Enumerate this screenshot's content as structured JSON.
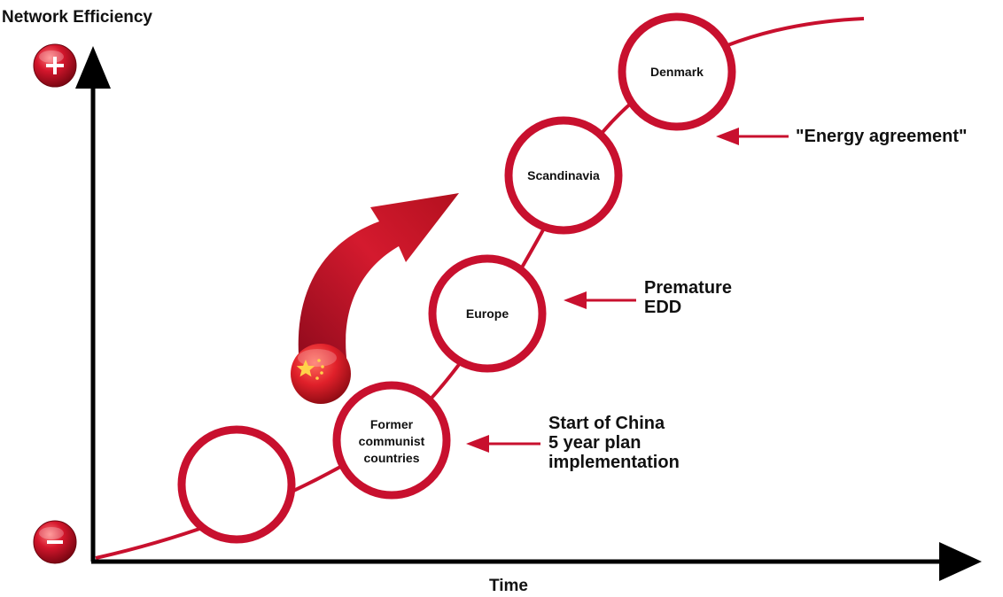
{
  "diagram": {
    "y_axis_title": "Network Efficiency",
    "x_axis_title": "Time",
    "y_axis_top_sign": "+",
    "y_axis_bottom_sign": "–",
    "nodes": [
      {
        "label": ""
      },
      {
        "label_lines": [
          "Former",
          "communist",
          "countries"
        ]
      },
      {
        "label": "Europe"
      },
      {
        "label": "Scandinavia"
      },
      {
        "label": "Denmark"
      }
    ],
    "annotations": [
      {
        "lines": [
          "Start of China",
          "5 year plan",
          "implementation"
        ],
        "points_to": "Former communist countries"
      },
      {
        "lines": [
          "Premature",
          "EDD"
        ],
        "points_to": "Europe"
      },
      {
        "text": "\"Energy agreement\"",
        "points_to": "Denmark"
      }
    ],
    "leap_marker": {
      "flag_icon": "china-flag-icon",
      "direction": "from Former communist countries toward Scandinavia"
    },
    "colors": {
      "accent_red": "#c8102e",
      "dark_red": "#8e0a1c",
      "axis": "#000000",
      "text": "#111111",
      "flag_star": "#ffd24a"
    }
  }
}
